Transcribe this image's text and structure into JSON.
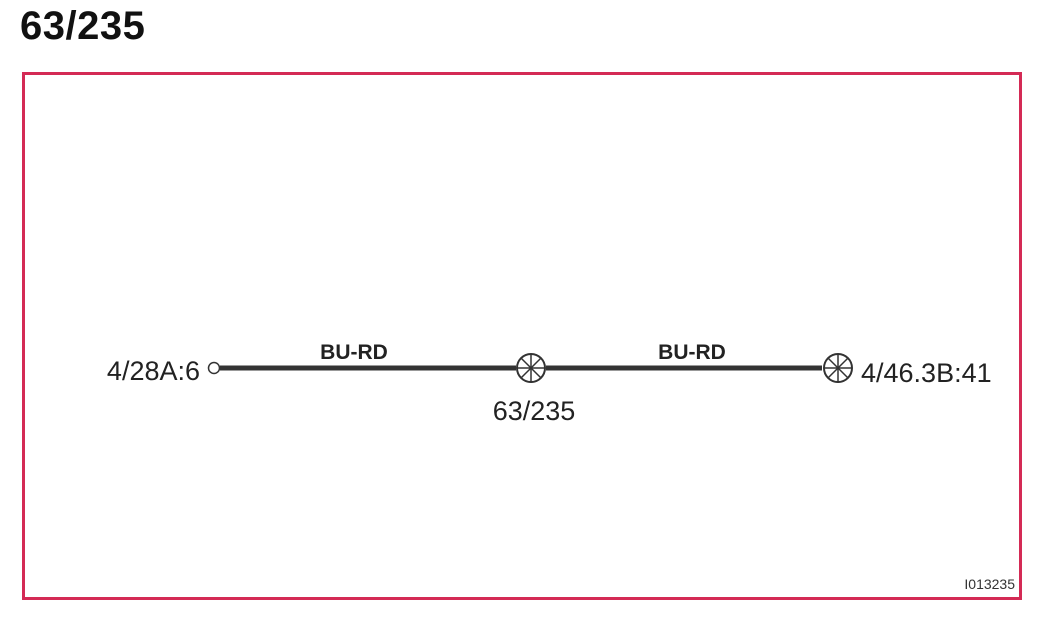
{
  "page_title": "63/235",
  "diagram": {
    "left_connector": {
      "label": "4/28A:6",
      "symbol": "terminal-open-circle"
    },
    "splice": {
      "label": "63/235",
      "symbol": "splice-crossed-circle"
    },
    "right_connector": {
      "label": "4/46.3B:41",
      "symbol": "ground-crossed-circle"
    },
    "wires": [
      {
        "color_code": "BU-RD"
      },
      {
        "color_code": "BU-RD"
      }
    ],
    "reference_id": "I013235",
    "colors": {
      "frame": "#d42a55",
      "wire": "#333333",
      "text": "#222222"
    }
  }
}
